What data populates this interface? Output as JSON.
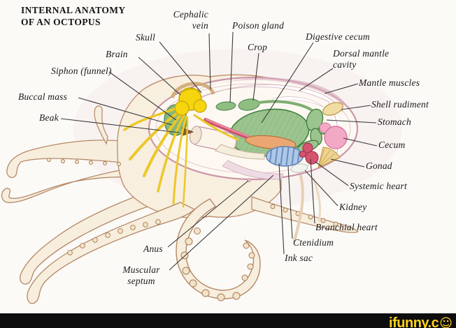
{
  "title": {
    "line1": "INTERNAL ANATOMY",
    "line2": "OF AN OCTOPUS"
  },
  "labels": {
    "cephalic_vein": "Cephalic vein",
    "poison_gland": "Poison gland",
    "skull": "Skull",
    "crop": "Crop",
    "digestive_cecum": "Digestive cecum",
    "brain": "Brain",
    "dorsal_mantle_cavity": "Dorsal mantle cavity",
    "siphon_funnel": "Siphon (funnel)",
    "mantle_muscles": "Mantle muscles",
    "buccal_mass": "Buccal mass",
    "shell_rudiment": "Shell rudiment",
    "beak": "Beak",
    "stomach": "Stomach",
    "cecum": "Cecum",
    "gonad": "Gonad",
    "systemic_heart": "Systemic heart",
    "kidney": "Kidney",
    "branchial_heart": "Branchial heart",
    "ctenidium": "Ctenidium",
    "anus": "Anus",
    "ink_sac": "Ink sac",
    "muscular_septum": "Muscular septum"
  },
  "watermark": {
    "brand": "ifunny.c",
    "smiley_icon": "☺"
  },
  "colors": {
    "background": "#fbfaf7",
    "body_cream": "#f8efdf",
    "body_outline": "#b58866",
    "mantle_pink": "#cb97a9",
    "mantle_fill": "#fdf9f2",
    "organ_green": "#9cc48e",
    "organ_green_outline": "#3f7d3f",
    "brain_yellow": "#f4d50e",
    "nerve_yellow": "#ecc829",
    "esophagus_red": "#cf5470",
    "ink_sac_orange": "#eaa772",
    "gill_blue": "#adc9e6",
    "heart_crimson": "#d5536e",
    "cecum_pink": "#f2a9c6",
    "gonad_yellow": "#efd392",
    "shell_cream": "#f1dda2",
    "leader_line": "#3b3b3b",
    "label_text": "#1a1a1a",
    "watermark_yellow": "#ffd21c",
    "watermark_bg": "#0d0d0d"
  }
}
